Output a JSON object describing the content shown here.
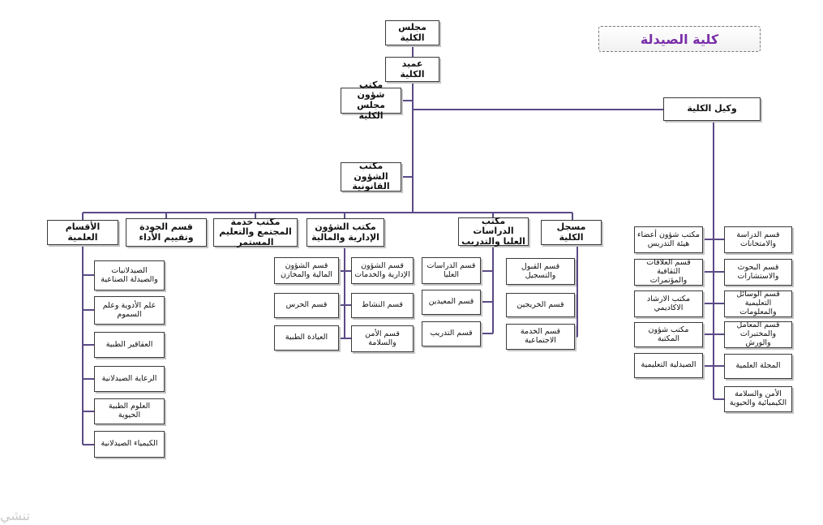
{
  "title": "كلية الصيدلة",
  "watermark": "تنشي",
  "line_color": "#5b4a86",
  "nodes": {
    "college_council": "مجلس الكلية",
    "dean": "عميد الكلية",
    "council_affairs": "مكتب شؤون مجلس الكلية",
    "vice_dean": "وكيل الكلية",
    "legal_affairs": "مكتب الشؤون القانونية",
    "registrar": "مسجل الكلية",
    "grad_studies": "مكتب الدراسات العليا والتدريب",
    "admin_finance": "مكتب الشؤون الإدارية والمالية",
    "community_service": "مكتب خدمة المجتمع والتعليم المستمر",
    "quality": "قسم الجودة وتقييم الأداء",
    "scientific_depts": "الأقسام العلمية",
    "registrar_sub": [
      "قسم القبول والتسجيل",
      "قسم الخريجين",
      "قسم الخدمة الاجتماعية"
    ],
    "grad_sub": [
      "قسم الدراسات العليا",
      "قسم المعيدين",
      "قسم التدريب"
    ],
    "admin_right_sub": [
      "قسم الشؤون الإدارية والخدمات",
      "قسم النشاط",
      "قسم الأمن والسلامة"
    ],
    "admin_left_sub": [
      "قسم الشؤون المالية والمخازن",
      "قسم الحرس",
      "العيادة الطبية"
    ],
    "scientific_sub": [
      "الصيدلانيات والصيدلة الصناعية",
      "علم الأدوية وعلم السموم",
      "العقاقير الطبية",
      "الرعاية الصيدلانية",
      "العلوم الطبية الحيوية",
      "الكيمياء الصيدلانية"
    ],
    "vice_right_sub": [
      "قسم الدراسة والامتحانات",
      "قسم البحوث والاستشارات",
      "قسم الوسائل التعليمية والمعلومات",
      "قسم المعامل والمختبرات والورش",
      "المجلة العلمية",
      "الأمن والسلامة الكيميائية والحيوية"
    ],
    "vice_left_sub": [
      "مكتب شؤون أعضاء هيئة التدريس",
      "قسم العلاقات الثقافية والمؤتمرات",
      "مكتب الارشاد الاكاديمي",
      "مكتب شؤون المكتبة",
      "الصيدلية التعليمية"
    ]
  }
}
